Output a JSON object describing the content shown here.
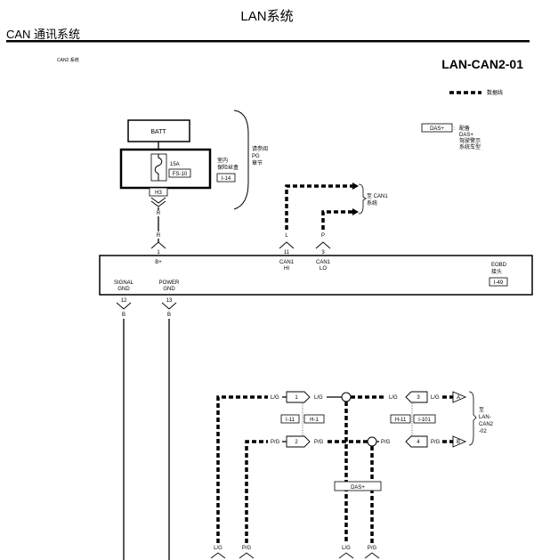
{
  "header": {
    "title": "LAN系统",
    "section": "CAN 通讯系统",
    "small_label": "CAN2 系统",
    "diagram_code": "LAN-CAN2-01"
  },
  "legend": {
    "data_line": "数据线",
    "das_tag": "DAS+",
    "das_desc_1": "配备",
    "das_desc_2": "DAS+",
    "das_desc_3": "驾驶警示",
    "das_desc_4": "系统车型"
  },
  "fuse": {
    "batt": "BATT",
    "amps": "15A",
    "fuse_id": "FS-10",
    "box_label_1": "室内",
    "box_label_2": "保险丝盒",
    "connector": "I-14",
    "ref_1": "请参阅",
    "ref_2": "PG",
    "ref_3": "章节",
    "h3": "H3",
    "wire_r_top": "R"
  },
  "can1_ref": {
    "line1": "至 CAN1",
    "line2": "系统"
  },
  "eobd": {
    "pin_bplus_color": "R",
    "pin_bplus_num": "1",
    "pin_bplus_label": "B+",
    "pin_hi_color": "L",
    "pin_hi_num": "11",
    "pin_hi_label_1": "CAN1",
    "pin_hi_label_2": "HI",
    "pin_lo_color": "P",
    "pin_lo_num": "3",
    "pin_lo_label_1": "CAN1",
    "pin_lo_label_2": "LO",
    "name_1": "EOBD",
    "name_2": "接头",
    "connector": "I-49",
    "sig_label_1": "SIGNAL",
    "sig_label_2": "GND",
    "sig_num": "12",
    "sig_color": "B",
    "pwr_label_1": "POWER",
    "pwr_label_2": "GND",
    "pwr_num": "13",
    "pwr_color": "B"
  },
  "junction": {
    "lg": "L/G",
    "pg": "P/G",
    "pin1": "1",
    "pin2": "2",
    "pin3": "3",
    "pin4": "4",
    "conn_left_1": "I-11",
    "conn_left_2": "H-1",
    "conn_right_1": "H-11",
    "conn_right_2": "I-101",
    "arrow_a": "A",
    "arrow_b": "B",
    "ref_1": "至",
    "ref_2": "LAN-",
    "ref_3": "CAN2",
    "ref_4": "-02",
    "das_box": "DAS+"
  }
}
